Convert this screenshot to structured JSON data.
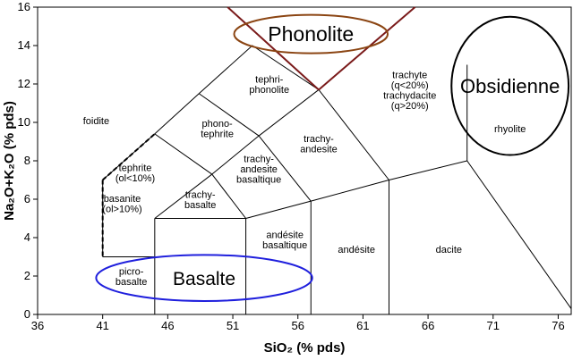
{
  "chart_data": {
    "type": "diagram",
    "xlabel": "SiO₂ (% pds)",
    "ylabel": "Na₂O+K₂O (% pds)",
    "xlim": [
      36,
      77
    ],
    "ylim": [
      0,
      16
    ],
    "x_ticks": [
      "36",
      "41",
      "46",
      "51",
      "56",
      "61",
      "66",
      "71",
      "76"
    ],
    "y_ticks": [
      "0",
      "2",
      "4",
      "6",
      "8",
      "10",
      "12",
      "14",
      "16"
    ],
    "fields": [
      {
        "id": "foidite",
        "lines": [
          "foidite"
        ]
      },
      {
        "id": "tephrite",
        "lines": [
          "tephrite",
          "(ol<10%)"
        ]
      },
      {
        "id": "basanite",
        "lines": [
          "basanite",
          "(ol>10%)"
        ]
      },
      {
        "id": "picrobasalte",
        "lines": [
          "picro-",
          "basalte"
        ]
      },
      {
        "id": "trachybasalte",
        "lines": [
          "trachy-",
          "basalte"
        ]
      },
      {
        "id": "phonotephrite",
        "lines": [
          "phono-",
          "tephrite"
        ]
      },
      {
        "id": "tephriphonolite",
        "lines": [
          "tephri-",
          "phonolite"
        ]
      },
      {
        "id": "trachyandesitebasaltique",
        "lines": [
          "trachy-",
          "andesite",
          "basaltique"
        ]
      },
      {
        "id": "trachyandesite",
        "lines": [
          "trachy-",
          "andesite"
        ]
      },
      {
        "id": "andesitebasaltique",
        "lines": [
          "andésite",
          "basaltique"
        ]
      },
      {
        "id": "andesite",
        "lines": [
          "andésite"
        ]
      },
      {
        "id": "dacite",
        "lines": [
          "dacite"
        ]
      },
      {
        "id": "trachyte",
        "lines": [
          "trachyte",
          "(q<20%)",
          "trachydacite",
          "(q>20%)"
        ]
      },
      {
        "id": "rhyolite",
        "lines": [
          "rhyolite"
        ]
      }
    ],
    "annotations": [
      {
        "id": "phonolite",
        "text": "Phonolite",
        "color": "#8B4513"
      },
      {
        "id": "obsidienne",
        "text": "Obsidienne",
        "color": "#000000"
      },
      {
        "id": "basalte",
        "text": "Basalte",
        "color": "#1f1fdd"
      }
    ],
    "boundary_lines": [
      [
        [
          41,
          7
        ],
        [
          45,
          9.4
        ],
        [
          48.4,
          11.5
        ],
        [
          52.5,
          14
        ],
        [
          57.6,
          11.7
        ],
        [
          63,
          7
        ]
      ],
      [
        [
          41,
          3
        ],
        [
          41,
          7
        ]
      ],
      [
        [
          41,
          3
        ],
        [
          45,
          3
        ]
      ],
      [
        [
          45,
          0
        ],
        [
          45,
          5
        ]
      ],
      [
        [
          45,
          5
        ],
        [
          52,
          5
        ]
      ],
      [
        [
          45,
          5
        ],
        [
          49.4,
          7.3
        ]
      ],
      [
        [
          49.4,
          7.3
        ],
        [
          52,
          5
        ]
      ],
      [
        [
          52,
          0
        ],
        [
          52,
          5
        ]
      ],
      [
        [
          52,
          5
        ],
        [
          57,
          5.9
        ]
      ],
      [
        [
          57,
          0
        ],
        [
          57,
          5.9
        ]
      ],
      [
        [
          57,
          5.9
        ],
        [
          63,
          7
        ]
      ],
      [
        [
          63,
          0
        ],
        [
          63,
          7
        ]
      ],
      [
        [
          63,
          7
        ],
        [
          69,
          8
        ]
      ],
      [
        [
          69,
          8
        ],
        [
          69,
          13
        ]
      ],
      [
        [
          69,
          8
        ],
        [
          77,
          0.3
        ]
      ],
      [
        [
          45,
          9.4
        ],
        [
          49.4,
          7.3
        ]
      ],
      [
        [
          48.4,
          11.5
        ],
        [
          53,
          9.3
        ]
      ],
      [
        [
          53,
          9.3
        ],
        [
          57,
          5.9
        ]
      ],
      [
        [
          49.4,
          7.3
        ],
        [
          53,
          9.3
        ]
      ],
      [
        [
          53,
          9.3
        ],
        [
          57.6,
          11.7
        ]
      ]
    ],
    "dashed_lines": [
      [
        [
          41,
          7
        ],
        [
          45,
          9.4
        ]
      ],
      [
        [
          41,
          7
        ],
        [
          41,
          3
        ]
      ]
    ],
    "phonolite_lines": [
      [
        [
          50.6,
          16
        ],
        [
          57.6,
          11.7
        ]
      ],
      [
        [
          57.6,
          11.7
        ],
        [
          65,
          16
        ]
      ]
    ]
  }
}
